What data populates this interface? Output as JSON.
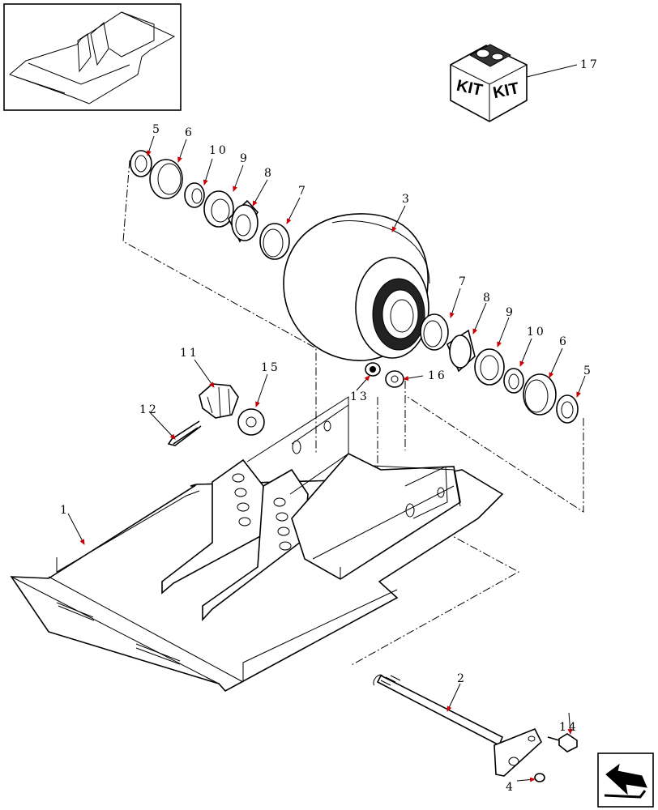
{
  "callouts": {
    "c1": "1",
    "c2": "2",
    "c3": "3",
    "c4": "4",
    "c5a": "5",
    "c5b": "5",
    "c6a": "6",
    "c6b": "6",
    "c7a": "7",
    "c7b": "7",
    "c8a": "8",
    "c8b": "8",
    "c9a": "9",
    "c9b": "9",
    "c10a": "10",
    "c10b": "10",
    "c11": "11",
    "c12": "12",
    "c13": "13",
    "c14": "14",
    "c15": "15",
    "c16": "16",
    "c17": "17"
  },
  "kit_box": {
    "label_left": "KIT",
    "label_right": "KIT"
  },
  "colors": {
    "line": "#000000",
    "background": "#ffffff",
    "leader_arrow": "#cc0000"
  },
  "icons": [
    "thumbnail-overview",
    "kit-box-icon",
    "back-arrow-icon"
  ]
}
